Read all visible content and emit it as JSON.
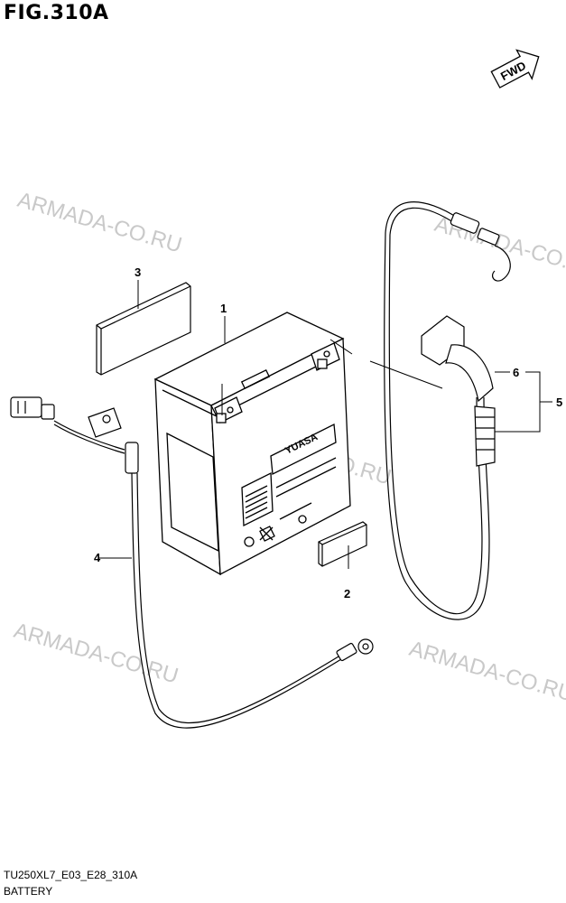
{
  "header": {
    "title": "FIG.310A"
  },
  "fwd_label": "FWD",
  "watermark": "ARMADA-CO.RU",
  "battery_brand": "YUASA",
  "callouts": {
    "c1": "1",
    "c2": "2",
    "c3": "3",
    "c4": "4",
    "c5": "5",
    "c6": "6"
  },
  "footer": {
    "model_code": "TU250XL7_E03_E28_310A",
    "section": "BATTERY"
  }
}
